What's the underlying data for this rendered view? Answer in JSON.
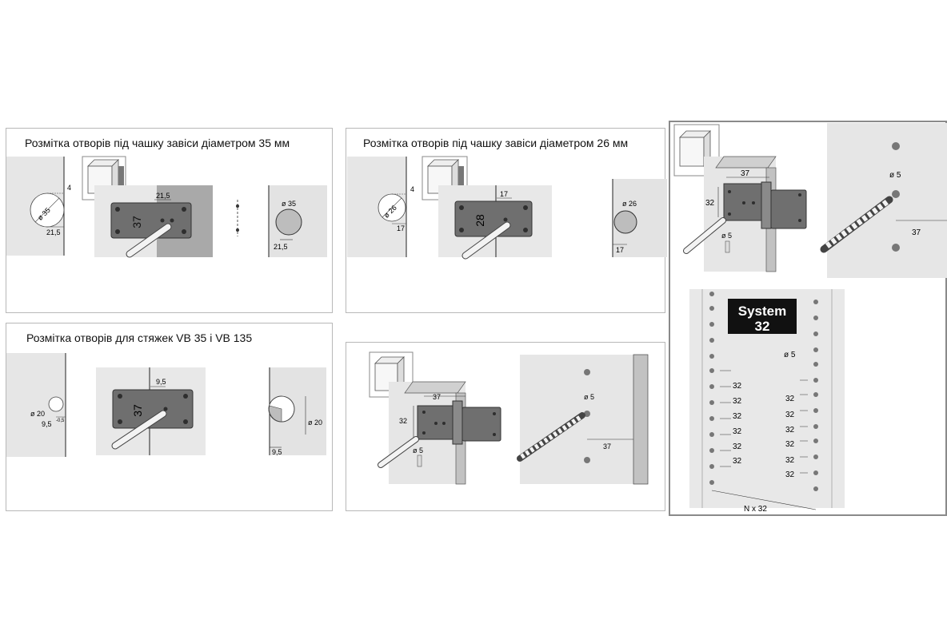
{
  "panels": {
    "p1": {
      "title": "Розмітка отворів під чашку  завіси діаметром 35 мм",
      "dims": {
        "d_left": "ø 35",
        "edge_4": "4",
        "dist_left": "21,5",
        "dist_jig": "21,5",
        "jig_num": "37",
        "d_right": "ø 35",
        "dist_right": "21,5"
      }
    },
    "p2": {
      "title": "Розмітка отворів під чашку  завіси діаметром 26 мм",
      "dims": {
        "d_left": "ø 26",
        "edge_4": "4",
        "dist_left": "17",
        "dist_jig": "17",
        "jig_num": "28",
        "d_right": "ø 26",
        "dist_right": "17"
      }
    },
    "p3": {
      "title": "Розмітка отворів    для  стяжек VB 35  і VB 135",
      "dims": {
        "d_left": "ø 20",
        "dist_left": "9,5",
        "tol": "-0,5",
        "dist_jig": "9,5",
        "jig_num": "37",
        "d_right": "ø 20",
        "dist_right": "9,5"
      }
    },
    "p4": {
      "dims": {
        "top_37": "37",
        "side_32": "32",
        "hole_d": "ø 5",
        "drill_d": "ø 5",
        "drill_37": "37"
      }
    },
    "p5": {
      "dims": {
        "top_37": "37",
        "side_32": "32",
        "hole_d": "ø 5",
        "drill_d": "ø 5",
        "drill_37": "37"
      },
      "logo": {
        "line1": "System",
        "line2": "32"
      },
      "system_dims": {
        "hole_d": "ø 5",
        "left_pitch": [
          "32",
          "32",
          "32",
          "32",
          "32",
          "32"
        ],
        "right_pitch": [
          "32",
          "32",
          "32",
          "32",
          "32",
          "32"
        ],
        "bottom": "N x 32"
      }
    }
  }
}
